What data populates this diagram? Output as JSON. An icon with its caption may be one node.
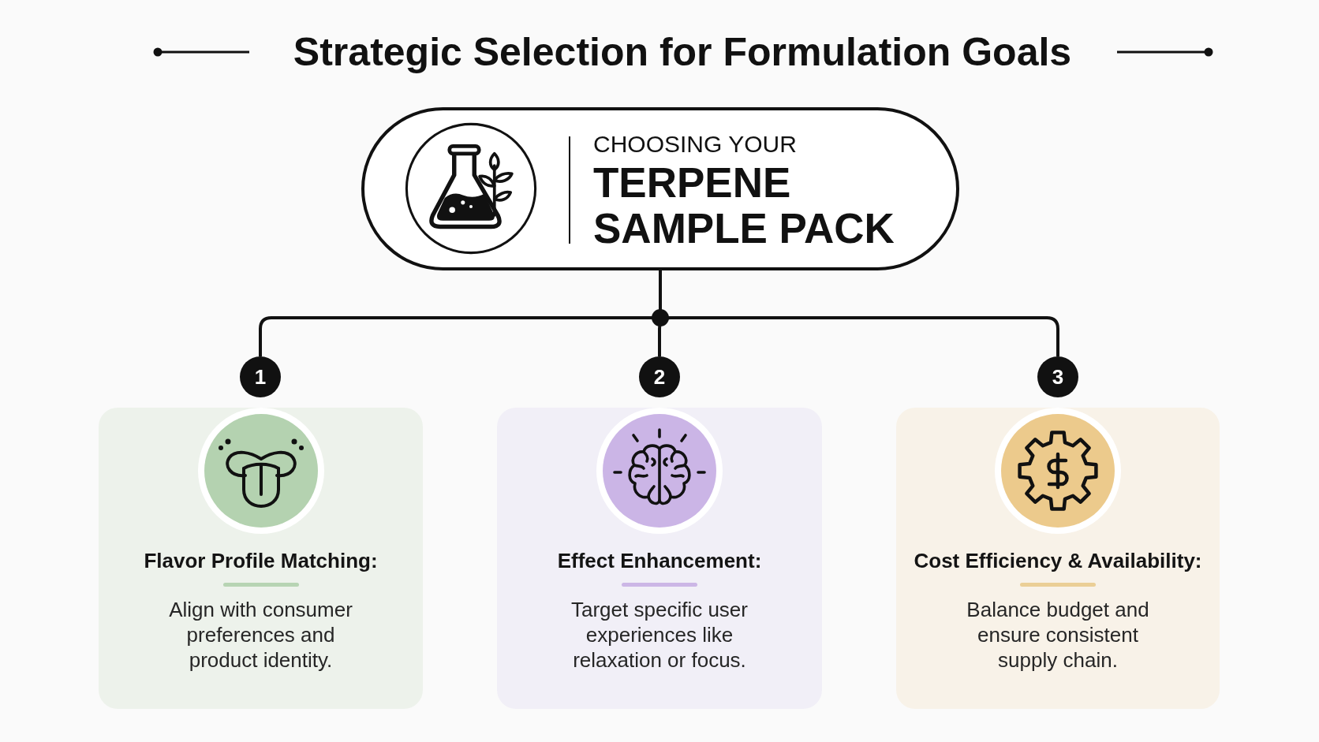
{
  "diagram": {
    "title": "Strategic Selection for Formulation Goals",
    "nodes": [
      {
        "text": [
          "CHOOSING YOUR",
          "TERPENE SAMPLE PACK"
        ]
      },
      {
        "text": [
          "1"
        ]
      },
      {
        "text": [
          "2"
        ]
      },
      {
        "text": [
          "3"
        ]
      },
      {
        "text": [
          "Flavor Profile Matching:",
          "Align with consumer preferences and product identity."
        ]
      },
      {
        "text": [
          "Effect Enhancement:",
          "Target specific user experiences like relaxation or focus."
        ]
      },
      {
        "text": [
          "Cost Efficiency & Availability:",
          "Balance budget and ensure consistent supply chain."
        ]
      }
    ],
    "edges": [
      {
        "from": 0,
        "to": 1,
        "arrow": "none"
      },
      {
        "from": 0,
        "to": 2,
        "arrow": "none"
      },
      {
        "from": 0,
        "to": 3,
        "arrow": "none"
      }
    ]
  }
}
